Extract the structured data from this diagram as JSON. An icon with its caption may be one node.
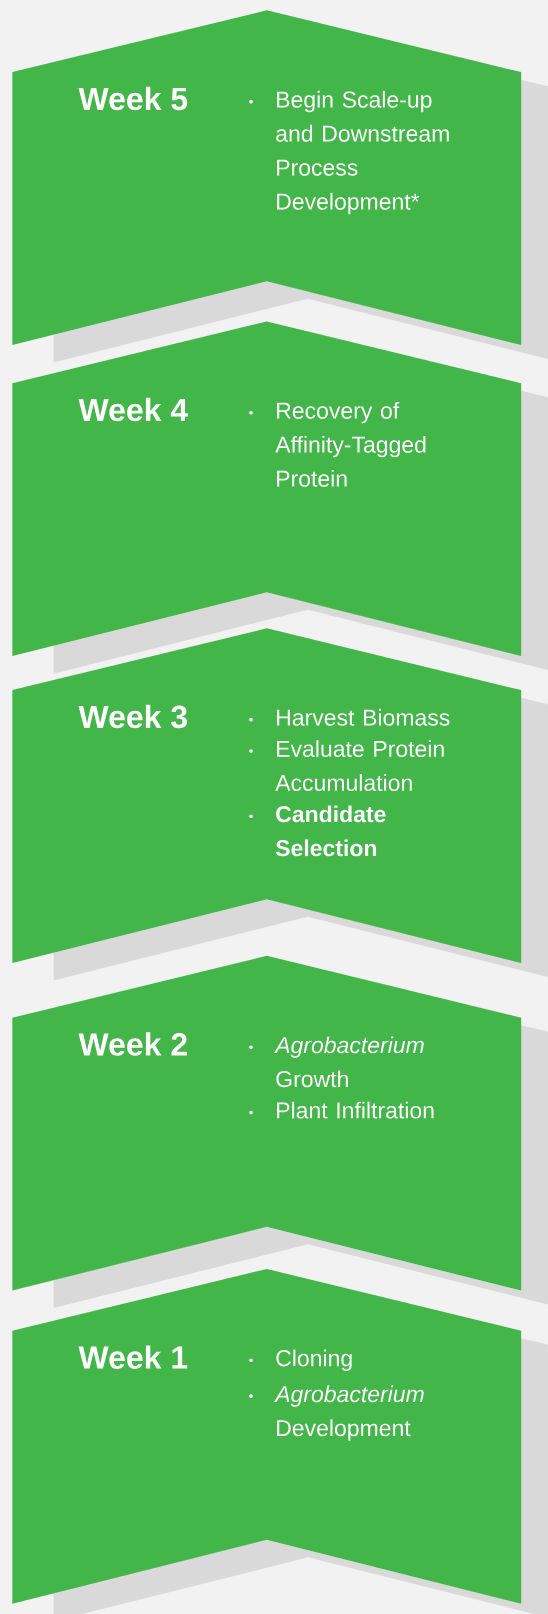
{
  "diagram": {
    "nodes": [
      {
        "text": [
          "Week 5",
          "Begin Scale-up and Downstream Process Development*"
        ]
      },
      {
        "text": [
          "Week 4",
          "Recovery of Affinity-Tagged Protein"
        ]
      },
      {
        "text": [
          "Week 3",
          "Harvest Biomass",
          "Evaluate Protein Accumulation",
          "Candidate Selection"
        ]
      },
      {
        "text": [
          "Week 2",
          "*Agrobacterium* Growth",
          "Plant Infiltration"
        ]
      },
      {
        "text": [
          "Week 1",
          "Cloning",
          "*Agrobacterium* Development"
        ]
      }
    ]
  }
}
